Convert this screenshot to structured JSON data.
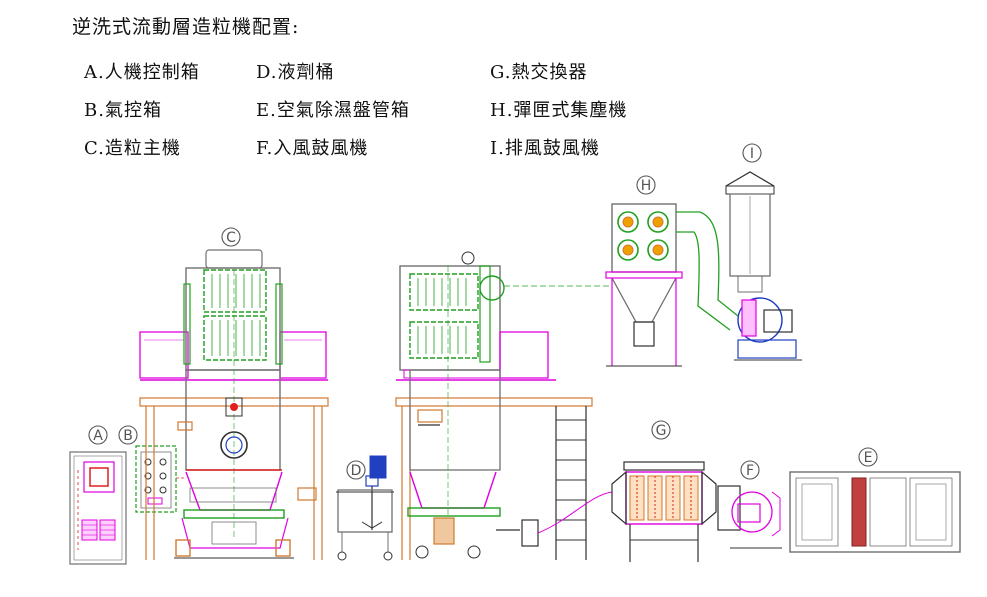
{
  "title": "逆洗式流動層造粒機配置:",
  "legend": [
    {
      "id": "A",
      "text": "A.人機控制箱"
    },
    {
      "id": "B",
      "text": "B.氣控箱"
    },
    {
      "id": "C",
      "text": "C.造粒主機"
    },
    {
      "id": "D",
      "text": "D.液劑桶"
    },
    {
      "id": "E",
      "text": "E.空氣除濕盤管箱"
    },
    {
      "id": "F",
      "text": "F.入風鼓風機"
    },
    {
      "id": "G",
      "text": "G.熱交換器"
    },
    {
      "id": "H",
      "text": "H.彈匣式集塵機"
    },
    {
      "id": "I",
      "text": "I.排風鼓風機"
    }
  ],
  "markers": [
    "A",
    "B",
    "C",
    "D",
    "E",
    "F",
    "G",
    "H",
    "I"
  ],
  "colors": {
    "magenta": "#e000e0",
    "green": "#20a020",
    "orange": "#d07a30",
    "gray": "#707070",
    "blue": "#2040c0",
    "red": "#e02020",
    "dark": "#303030"
  }
}
